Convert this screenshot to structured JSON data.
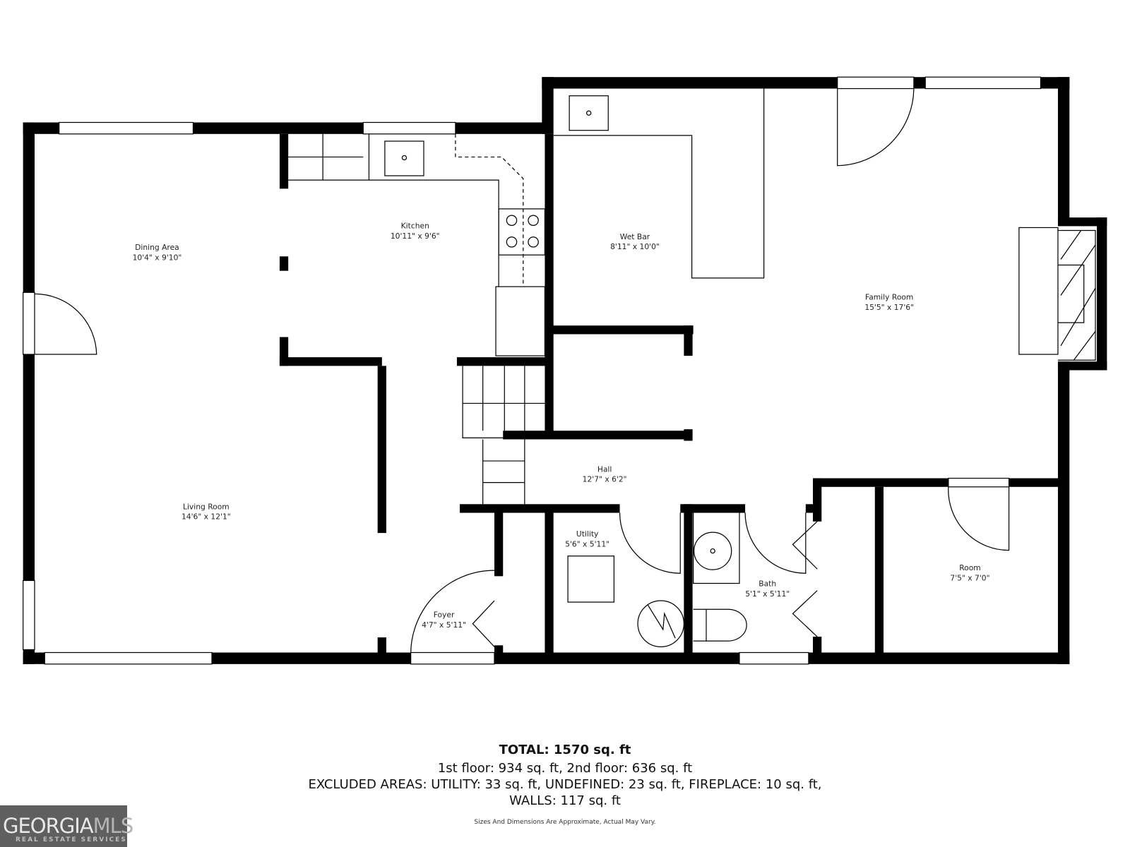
{
  "rooms": [
    {
      "name": "Dining Area",
      "dims": "10'4\" x 9'10\""
    },
    {
      "name": "Kitchen",
      "dims": "10'11\" x 9'6\""
    },
    {
      "name": "Wet Bar",
      "dims": "8'11\" x 10'0\""
    },
    {
      "name": "Family Room",
      "dims": "15'5\" x 17'6\""
    },
    {
      "name": "Hall",
      "dims": "12'7\" x 6'2\""
    },
    {
      "name": "Living Room",
      "dims": "14'6\" x 12'1\""
    },
    {
      "name": "Utility",
      "dims": "5'6\" x 5'11\""
    },
    {
      "name": "Bath",
      "dims": "5'1\" x 5'11\""
    },
    {
      "name": "Room",
      "dims": "7'5\" x 7'0\""
    },
    {
      "name": "Foyer",
      "dims": "4'7\" x 5'11\""
    }
  ],
  "summary": {
    "total": "TOTAL: 1570 sq. ft",
    "floors": "1st floor: 934 sq. ft, 2nd floor: 636 sq. ft",
    "excluded": "EXCLUDED AREAS: UTILITY: 33 sq. ft, UNDEFINED: 23 sq. ft, FIREPLACE: 10 sq. ft,",
    "walls": "WALLS: 117 sq. ft",
    "disclaimer": "Sizes And Dimensions Are Approximate, Actual May Vary."
  },
  "logo": {
    "text_main": "GEORGIA",
    "text_accent": "MLS",
    "tagline": "REAL ESTATE SERVICES"
  }
}
